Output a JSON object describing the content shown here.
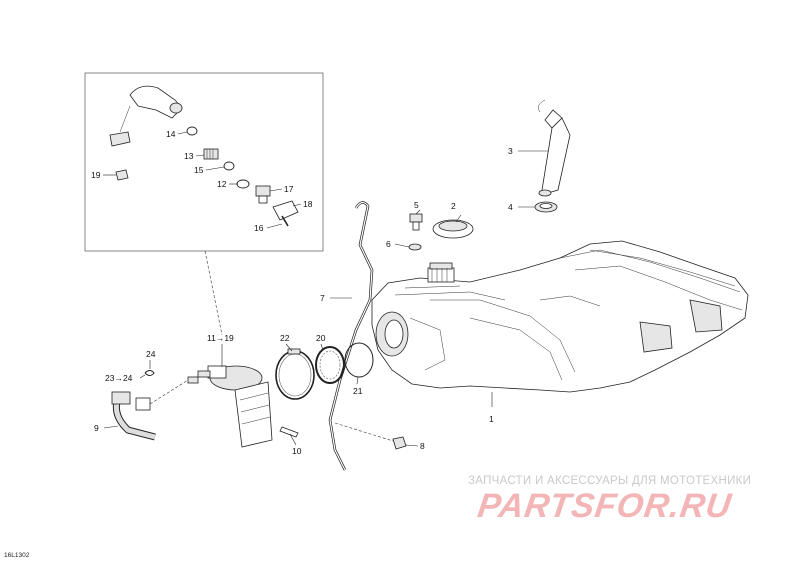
{
  "diagram": {
    "code": "16L1302",
    "callouts": {
      "c1": "1",
      "c2": "2",
      "c3": "3",
      "c4": "4",
      "c5": "5",
      "c6": "6",
      "c7": "7",
      "c8": "8",
      "c9": "9",
      "c10": "10",
      "c11_19": "11→19",
      "c12": "12",
      "c13": "13",
      "c14": "14",
      "c15": "15",
      "c16": "16",
      "c17": "17",
      "c18": "18",
      "c19": "19",
      "c20": "20",
      "c21": "21",
      "c22": "22",
      "c23_24": "23→24",
      "c24": "24"
    }
  },
  "watermark": {
    "tagline": "ЗАПЧАСТИ И АКСЕССУАРЫ ДЛЯ МОТОТЕХНИКИ",
    "brand": "PARTSFOR.RU",
    "brand_color": "#f3b5b5"
  }
}
